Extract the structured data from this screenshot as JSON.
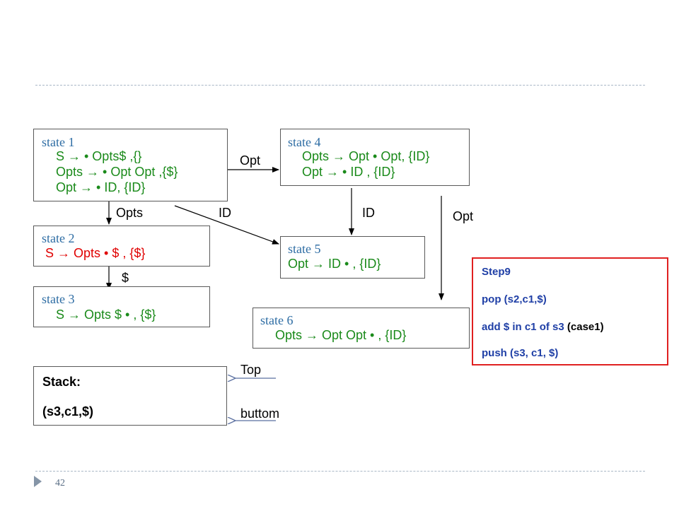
{
  "page_number": "42",
  "states": {
    "s1": {
      "title": "state 1",
      "lines": [
        "S → • Opts$ ,{}",
        "Opts → • Opt Opt ,{$}",
        "Opt → • ID, {ID}"
      ]
    },
    "s2": {
      "title": "state 2",
      "lines": [
        "S → Opts • $ , {$}"
      ]
    },
    "s3": {
      "title": "state 3",
      "lines": [
        "S → Opts $ • , {$}"
      ]
    },
    "s4": {
      "title": "state 4",
      "lines": [
        "Opts → Opt • Opt, {ID}",
        "Opt → • ID , {ID}"
      ]
    },
    "s5": {
      "title": "state 5",
      "lines": [
        "Opt → ID • , {ID}"
      ]
    },
    "s6": {
      "title": "state 6",
      "lines": [
        "Opts → Opt Opt • , {ID}"
      ]
    }
  },
  "edge_labels": {
    "s1_s4": "Opt",
    "s1_s2": "Opts",
    "s1_s5": "ID",
    "s4_s5": "ID",
    "s4_s6": "Opt",
    "s2_s3": "$"
  },
  "stack": {
    "title": "Stack:",
    "entry": "(s3,c1,$)"
  },
  "pointers": {
    "top": "Top",
    "bottom": "buttom"
  },
  "note": {
    "step": "Step9",
    "line1": "pop (s2,c1,$)",
    "line2_main": "add $ in c1 of s3",
    "line2_suffix": "(case1)",
    "line3": "push (s3, c1, $)"
  },
  "colors": {
    "state_title": "#2e6da4",
    "production_green": "#1a8a1a",
    "production_red": "#e00000",
    "note_border": "#e02020",
    "note_text": "#1f3fa6"
  }
}
